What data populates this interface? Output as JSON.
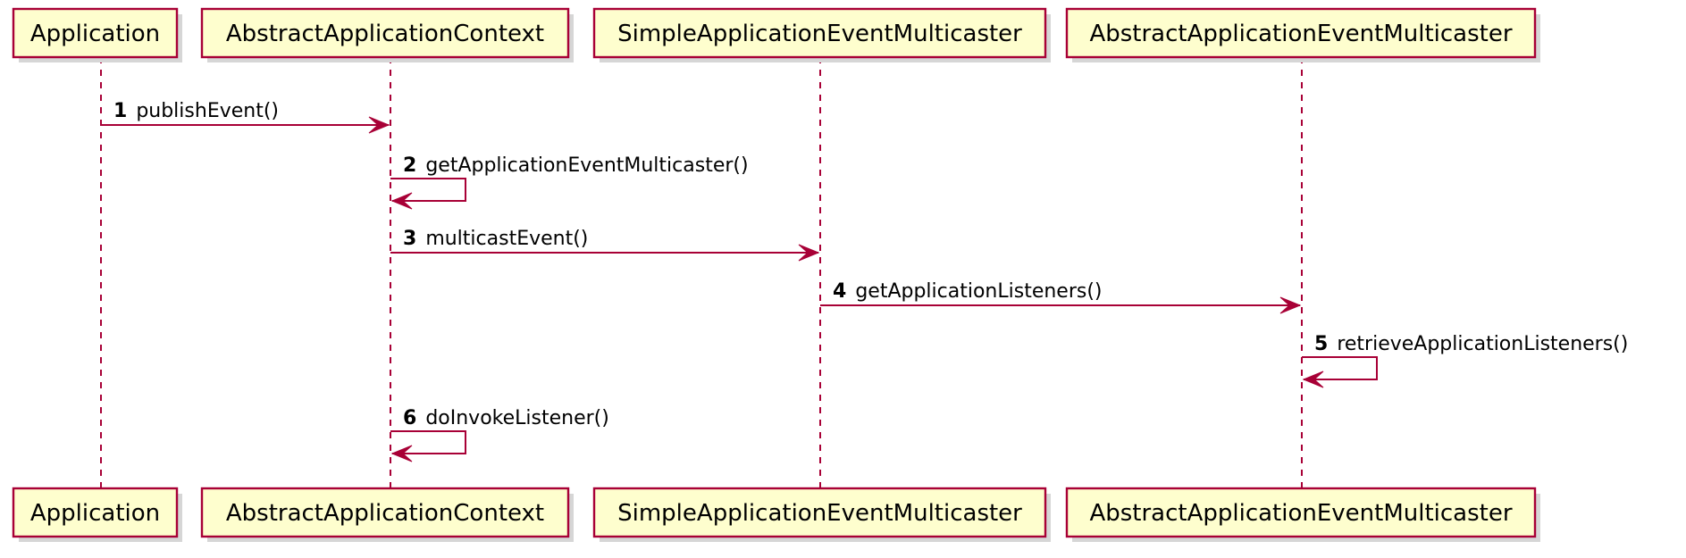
{
  "colors": {
    "participant_fill": "#FEFECE",
    "line": "#A80036",
    "text": "#000000"
  },
  "participants": [
    {
      "id": "application",
      "label": "Application"
    },
    {
      "id": "abstract-application-context",
      "label": "AbstractApplicationContext"
    },
    {
      "id": "simple-application-event-multicaster",
      "label": "SimpleApplicationEventMulticaster"
    },
    {
      "id": "abstract-application-event-multicaster",
      "label": "AbstractApplicationEventMulticaster"
    }
  ],
  "messages": [
    {
      "number": "1",
      "label": "publishEvent()",
      "from": "application",
      "to": "abstract-application-context"
    },
    {
      "number": "2",
      "label": "getApplicationEventMulticaster()",
      "from": "abstract-application-context",
      "to": "abstract-application-context"
    },
    {
      "number": "3",
      "label": "multicastEvent()",
      "from": "abstract-application-context",
      "to": "simple-application-event-multicaster"
    },
    {
      "number": "4",
      "label": "getApplicationListeners()",
      "from": "simple-application-event-multicaster",
      "to": "abstract-application-event-multicaster"
    },
    {
      "number": "5",
      "label": "retrieveApplicationListeners()",
      "from": "abstract-application-event-multicaster",
      "to": "abstract-application-event-multicaster"
    },
    {
      "number": "6",
      "label": "doInvokeListener()",
      "from": "abstract-application-context",
      "to": "abstract-application-context"
    }
  ]
}
